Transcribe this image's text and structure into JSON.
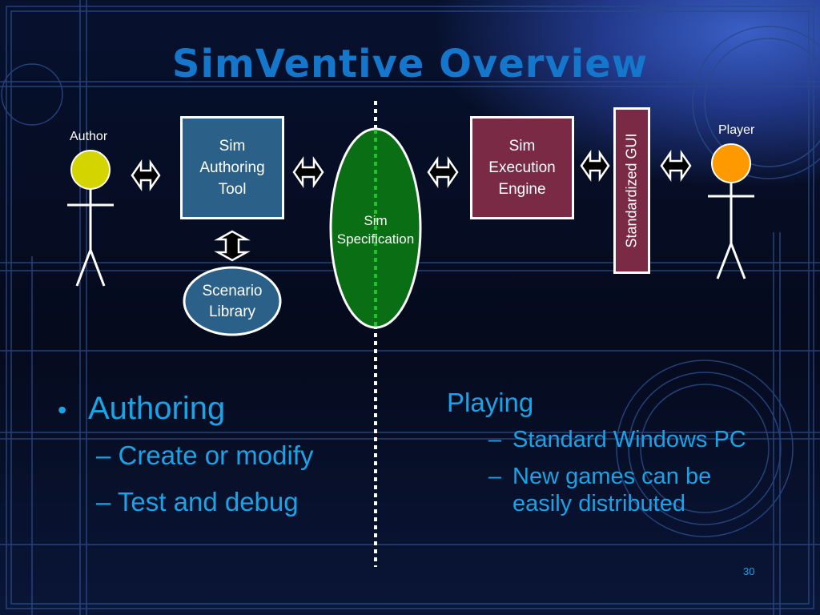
{
  "title": "SimVentive Overview",
  "actors": {
    "author": {
      "label": "Author",
      "head_color": "#d4d400"
    },
    "player": {
      "label": "Player",
      "head_color": "#ff9900"
    }
  },
  "boxes": {
    "authoring_tool": {
      "label": "Sim\nAuthoring\nTool",
      "color": "#2b6188"
    },
    "execution_engine": {
      "label": "Sim\nExecution\nEngine",
      "color": "#7a2a44"
    },
    "standardized_gui": {
      "label": "Standardized GUI",
      "color": "#7a2a44"
    }
  },
  "ellipses": {
    "sim_specification": {
      "label": "Sim\nSpecification",
      "color": "#0a6e14"
    },
    "scenario_library": {
      "label": "Scenario\nLibrary",
      "color": "#2b6188"
    }
  },
  "left_section": {
    "bullet": "•",
    "heading": "Authoring",
    "items": [
      "– Create or modify",
      "– Test and debug"
    ]
  },
  "right_section": {
    "heading": "Playing",
    "dash": "–",
    "items": [
      "Standard Windows PC",
      "New games can be easily distributed"
    ]
  },
  "page_number": "30",
  "text_color": "#1aa3e6",
  "title_color": "#1477cc"
}
